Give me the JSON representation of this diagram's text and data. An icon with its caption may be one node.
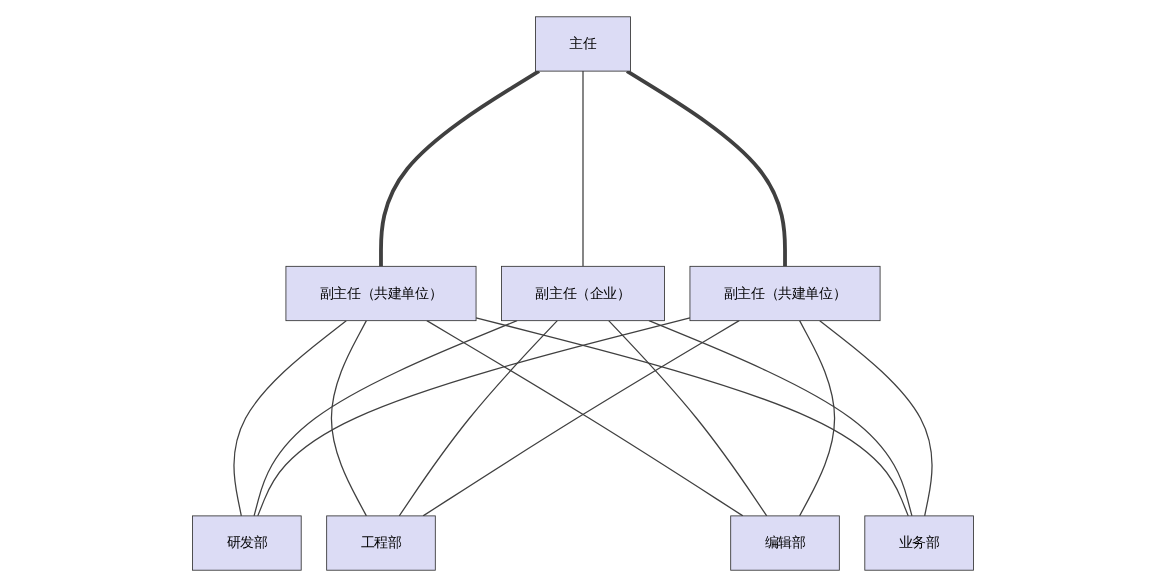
{
  "diagram": {
    "nodes": [
      {
        "text": [
          "主任"
        ]
      },
      {
        "text": [
          "副主任（共建单位）"
        ]
      },
      {
        "text": [
          "副主任（企业）"
        ]
      },
      {
        "text": [
          "副主任（共建单位）"
        ]
      },
      {
        "text": [
          "研发部"
        ]
      },
      {
        "text": [
          "工程部"
        ]
      },
      {
        "text": [
          "编辑部"
        ]
      },
      {
        "text": [
          "业务部"
        ]
      }
    ],
    "edges": [
      {
        "from": 0,
        "to": 1,
        "arrow": "none",
        "style": "thick"
      },
      {
        "from": 0,
        "to": 2,
        "arrow": "none"
      },
      {
        "from": 0,
        "to": 3,
        "arrow": "none",
        "style": "thick"
      },
      {
        "from": 1,
        "to": 4,
        "arrow": "none"
      },
      {
        "from": 1,
        "to": 5,
        "arrow": "none"
      },
      {
        "from": 1,
        "to": 6,
        "arrow": "none"
      },
      {
        "from": 1,
        "to": 7,
        "arrow": "none"
      },
      {
        "from": 2,
        "to": 4,
        "arrow": "none"
      },
      {
        "from": 2,
        "to": 5,
        "arrow": "none"
      },
      {
        "from": 2,
        "to": 6,
        "arrow": "none"
      },
      {
        "from": 2,
        "to": 7,
        "arrow": "none"
      },
      {
        "from": 3,
        "to": 4,
        "arrow": "none"
      },
      {
        "from": 3,
        "to": 5,
        "arrow": "none"
      },
      {
        "from": 3,
        "to": 6,
        "arrow": "none"
      },
      {
        "from": 3,
        "to": 7,
        "arrow": "none"
      }
    ]
  }
}
